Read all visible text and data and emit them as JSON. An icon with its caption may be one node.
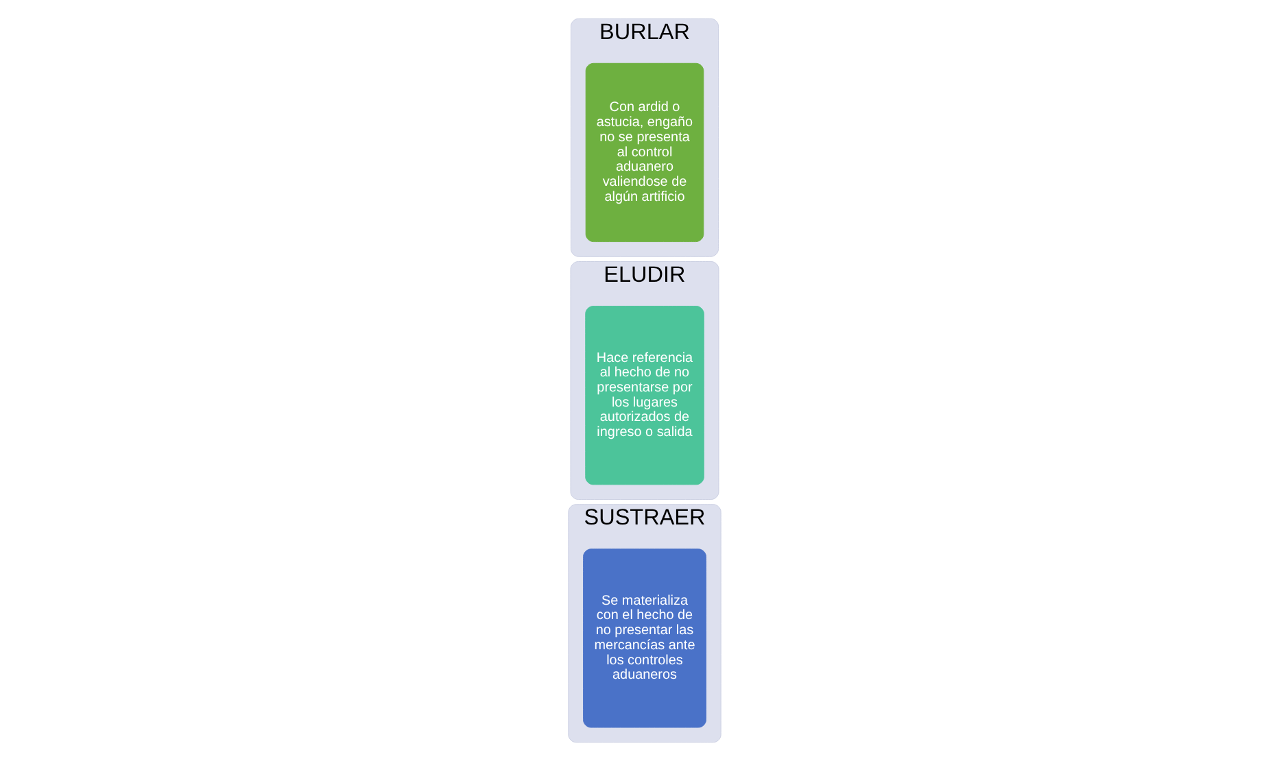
{
  "diagram": {
    "nodes": [
      {
        "text": [
          "SUSTRAER"
        ]
      },
      {
        "text": [
          "Se materializa con el hecho de no presentar las mercancías ante los controles aduaneros"
        ],
        "in": 0
      },
      {
        "text": [
          "ELUDIR"
        ]
      },
      {
        "text": [
          "Hace referencia al hecho de no presentarse por los lugares autorizados de ingreso o salida"
        ],
        "in": 2
      },
      {
        "text": [
          "BURLAR"
        ]
      },
      {
        "text": [
          "Con ardid o astucia, engaño no se presenta al control aduanero valiendose de algún artificio"
        ],
        "in": 4
      }
    ]
  }
}
